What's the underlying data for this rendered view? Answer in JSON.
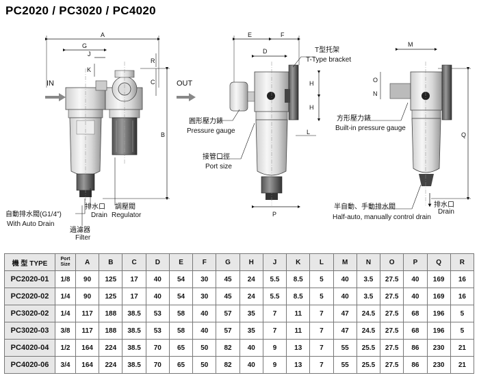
{
  "title": "PC2020 / PC3020 / PC4020",
  "diagram": {
    "in_label": "IN",
    "out_label": "OUT",
    "dim_letters_front": [
      "A",
      "G",
      "J",
      "K",
      "R",
      "C",
      "B"
    ],
    "dim_letters_side": [
      "E",
      "F",
      "D",
      "H",
      "H",
      "L",
      "P"
    ],
    "dim_letters_right": [
      "M",
      "O",
      "N",
      "Q"
    ],
    "bracket_cn": "T型托架",
    "bracket_en": "T-Type bracket",
    "gauge_round_cn": "圓形壓力錶",
    "gauge_round_en": "Pressure gauge",
    "port_cn": "接管口徑",
    "port_en": "Port size",
    "gauge_square_cn": "方形壓力錶",
    "gauge_square_en": "Built-in pressure gauge",
    "auto_drain_cn": "自動排水閥(G1/4\")",
    "auto_drain_en": "With Auto Drain",
    "drain_cn": "排水口",
    "drain_en": "Drain",
    "regulator_cn": "調壓閥",
    "regulator_en": "Regulator",
    "filter_cn": "過濾器",
    "filter_en": "Filter",
    "manual_drain_cn": "半自動、手動排水閥",
    "manual_drain_en": "Half-auto, manually control drain",
    "drain2_cn": "排水口",
    "drain2_en": "Drain"
  },
  "table": {
    "header_type": "機 型 TYPE",
    "header_port_line1": "Port",
    "header_port_line2": "Size",
    "columns": [
      "A",
      "B",
      "C",
      "D",
      "E",
      "F",
      "G",
      "H",
      "J",
      "K",
      "L",
      "M",
      "N",
      "O",
      "P",
      "Q",
      "R"
    ],
    "rows": [
      {
        "model": "PC2020-01",
        "port": "1/8",
        "values": [
          "90",
          "125",
          "17",
          "40",
          "54",
          "30",
          "45",
          "24",
          "5.5",
          "8.5",
          "5",
          "40",
          "3.5",
          "27.5",
          "40",
          "169",
          "16"
        ]
      },
      {
        "model": "PC2020-02",
        "port": "1/4",
        "values": [
          "90",
          "125",
          "17",
          "40",
          "54",
          "30",
          "45",
          "24",
          "5.5",
          "8.5",
          "5",
          "40",
          "3.5",
          "27.5",
          "40",
          "169",
          "16"
        ]
      },
      {
        "model": "PC3020-02",
        "port": "1/4",
        "values": [
          "117",
          "188",
          "38.5",
          "53",
          "58",
          "40",
          "57",
          "35",
          "7",
          "11",
          "7",
          "47",
          "24.5",
          "27.5",
          "68",
          "196",
          "5"
        ]
      },
      {
        "model": "PC3020-03",
        "port": "3/8",
        "values": [
          "117",
          "188",
          "38.5",
          "53",
          "58",
          "40",
          "57",
          "35",
          "7",
          "11",
          "7",
          "47",
          "24.5",
          "27.5",
          "68",
          "196",
          "5"
        ]
      },
      {
        "model": "PC4020-04",
        "port": "1/2",
        "values": [
          "164",
          "224",
          "38.5",
          "70",
          "65",
          "50",
          "82",
          "40",
          "9",
          "13",
          "7",
          "55",
          "25.5",
          "27.5",
          "86",
          "230",
          "21"
        ]
      },
      {
        "model": "PC4020-06",
        "port": "3/4",
        "values": [
          "164",
          "224",
          "38.5",
          "70",
          "65",
          "50",
          "82",
          "40",
          "9",
          "13",
          "7",
          "55",
          "25.5",
          "27.5",
          "86",
          "230",
          "21"
        ]
      }
    ]
  }
}
